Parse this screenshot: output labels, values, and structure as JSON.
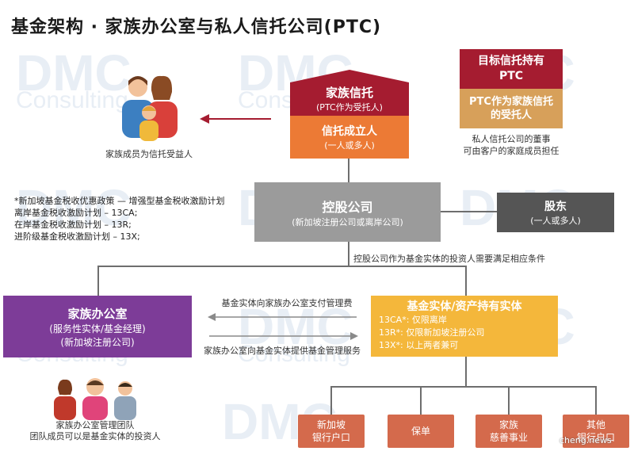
{
  "title": "基金架构 · 家族办公室与私人信托公司(PTC)",
  "watermark": {
    "brand": "DMC",
    "sub": "Consulting"
  },
  "family_members": {
    "caption": "家族成员为信托受益人"
  },
  "family_trust": {
    "title": "家族信托",
    "subtitle": "(PTC作为受托人)",
    "settlor_title": "信托成立人",
    "settlor_sub": "(一人或多人)"
  },
  "target_trust": {
    "title": "目标信托持有PTC",
    "trustee_label": "PTC作为家族信托的受托人",
    "note_line1": "私人信托公司的董事",
    "note_line2": "可由客户的家庭成员担任"
  },
  "incentive_notes": [
    "*新加坡基金税收优惠政策 — 增强型基金税收激励计划",
    "离岸基金税收激励计划 – 13CA;",
    "在岸基金税收激励计划 – 13R;",
    "进阶级基金税收激励计划 – 13X;"
  ],
  "holding_company": {
    "title": "控股公司",
    "subtitle": "(新加坡注册公司或离岸公司)"
  },
  "shareholders": {
    "title": "股东",
    "subtitle": "(一人或多人)"
  },
  "investor_condition": "控股公司作为基金实体的投资人需要满足相应条件",
  "family_office": {
    "title": "家族办公室",
    "line1": "(服务性实体/基金经理)",
    "line2": "(新加坡注册公司)"
  },
  "fund_entity": {
    "title": "基金实体/资产持有实体",
    "items": [
      "13CA*: 仅限离岸",
      "13R*: 仅限新加坡注册公司",
      "13X*: 以上两者兼可"
    ]
  },
  "flows": {
    "fee_to_office": "基金实体向家族办公室支付管理费",
    "service_to_fund": "家族办公室向基金实体提供基金管理服务"
  },
  "team": {
    "line1": "家族办公室管理团队",
    "line2": "团队成员可以是基金实体的投资人"
  },
  "asset_leaves": [
    {
      "line1": "新加坡",
      "line2": "银行户口"
    },
    {
      "line1": "保单",
      "line2": ""
    },
    {
      "line1": "家族",
      "line2": "慈善事业"
    },
    {
      "line1": "其他",
      "line2": "银行户口"
    }
  ],
  "source_watermark": "cheng.news",
  "colors": {
    "crimson": "#a51c30",
    "orange": "#ec7a35",
    "gray": "#9b9b9b",
    "dark_gray": "#555555",
    "purple": "#7d3c98",
    "gold": "#f4b73b",
    "tan": "#d7a05a",
    "leaf": "#d46a4c"
  }
}
